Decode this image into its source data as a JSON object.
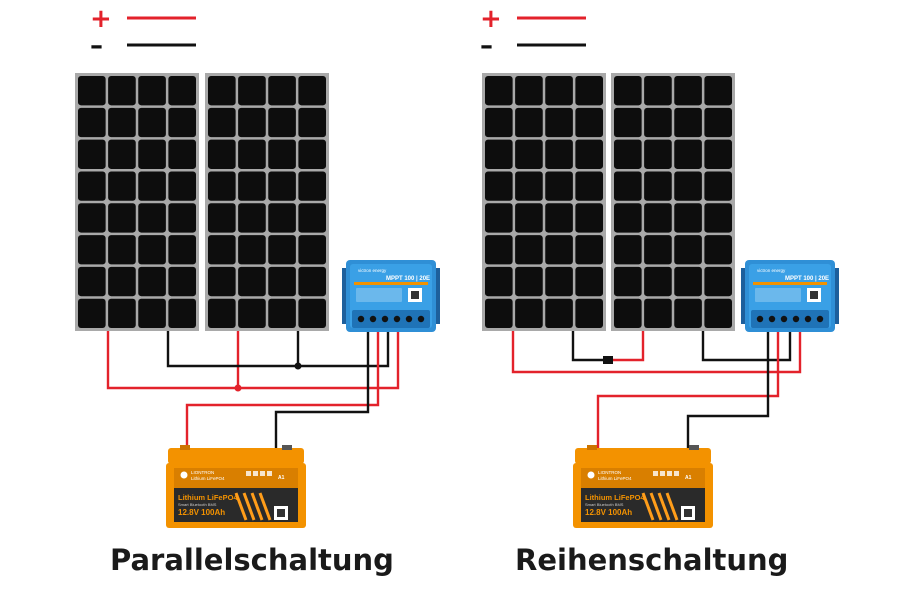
{
  "diagram": {
    "legend": {
      "plus": "+",
      "minus": "–"
    },
    "left": {
      "caption": "Parallelschaltung",
      "controller": {
        "brand": "victron energy",
        "model": "MPPT 100 | 20",
        "suffix": "E"
      },
      "battery": {
        "brand": "LIONTRON",
        "series": "Lithium LiFePO4",
        "line1": "Lithium LiFePO4",
        "line2": "Smart Bluetooth BMS",
        "rating": "12.8V 100Ah",
        "badge": "A1"
      }
    },
    "right": {
      "caption": "Reihenschaltung",
      "controller": {
        "brand": "victron energy",
        "model": "MPPT 100 | 20",
        "suffix": "E"
      },
      "battery": {
        "brand": "LIONTRON",
        "series": "Lithium LiFePO4",
        "line1": "Lithium LiFePO4",
        "line2": "Smart Bluetooth BMS",
        "rating": "12.8V 100Ah",
        "badge": "A1"
      }
    },
    "colors": {
      "positive": "#e3222b",
      "negative": "#111111",
      "panel_frame": "#a9a9a9",
      "panel_cell": "#0d0d0d",
      "controller_blue": "#2f8fd6",
      "controller_dark": "#1d5f9c",
      "controller_orange": "#f29200",
      "battery_orange": "#f39200",
      "battery_dark": "#2a2a2a"
    }
  }
}
